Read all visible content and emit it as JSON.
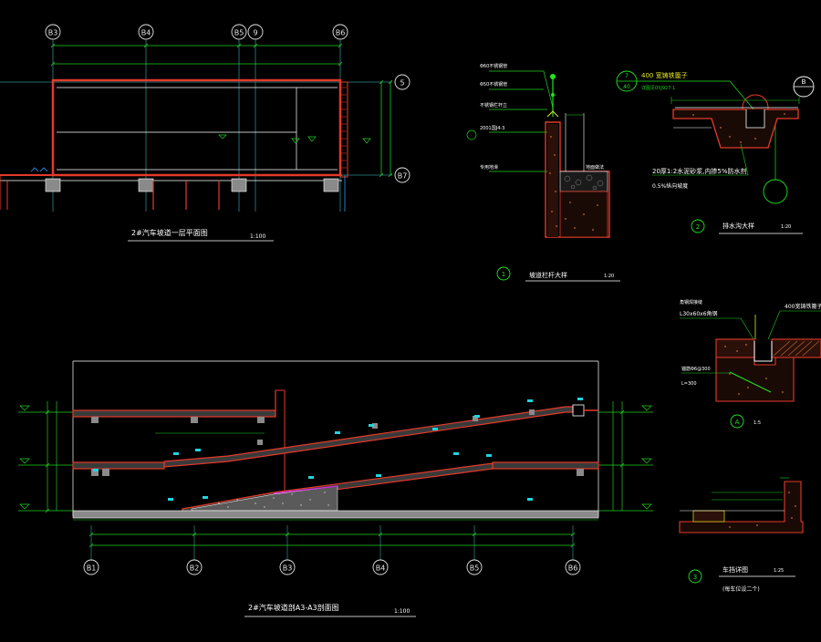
{
  "colors": {
    "background": "#000000",
    "dim": "#1fcf1f",
    "wall": "#e33a2a",
    "grid": "#2d8a8a",
    "structure": "#ffffff",
    "axis_bubble": "#e6e6e6",
    "callout": "#1fe51f",
    "blue": "#2a9bff",
    "cyan": "#21d4e0",
    "magenta": "#d12bdc",
    "yellow": "#e5e51f",
    "hatch": "#c46a37"
  },
  "plan": {
    "axes_top": [
      "B3",
      "B4",
      "B5",
      "9",
      "B6"
    ],
    "axes_right": [
      "5",
      "B7"
    ],
    "title": "2#汽车坡道一层平面图",
    "scale": "1:100"
  },
  "details": {
    "railing": {
      "number": "1",
      "title": "坡道栏杆大样",
      "scale": "1:20",
      "labels": [
        "Φ60不锈钢管",
        "Φ50不锈钢管",
        "不锈钢栏杆立",
        "2001国J4-3",
        "专用地滑",
        "地面做法"
      ]
    },
    "drain": {
      "number": "2",
      "title": "排水沟大样",
      "scale": "1:20",
      "ref_top": "7",
      "ref_bottom": "40",
      "grate": "400 宽铸铁篦子",
      "std": "详图见05J927-1",
      "bubble": "B",
      "note1": "20厚1:2水泥砂浆,内掺5%防水剂",
      "note2": "0.5%纵向坡度"
    },
    "a": {
      "bubble": "A",
      "scale": "1:5",
      "steel": "L30x60x6角钢",
      "grate": "400宽铸铁篦子",
      "bar": "锚筋Φ6@300",
      "len": "L=300",
      "top_note": "角钢焊接缝"
    },
    "stop": {
      "number": "3",
      "title": "车挡详图",
      "scale": "1:25",
      "sub": "(每车位设二个)"
    }
  },
  "section": {
    "title": "2#汽车坡道剖A3-A3剖面图",
    "scale": "1:100",
    "axes_bottom": [
      "B1",
      "B2",
      "B3",
      "B4",
      "B5",
      "B6"
    ]
  }
}
